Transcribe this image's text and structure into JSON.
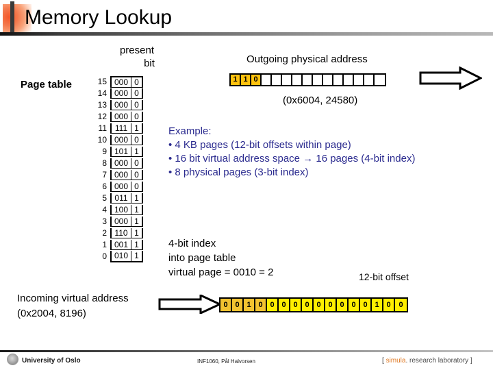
{
  "slide": {
    "title": "Memory Lookup"
  },
  "page_table": {
    "label": "Page table",
    "heading_line_1": "present",
    "heading_line_2": "bit",
    "rows": [
      {
        "index": "15",
        "frame": "000",
        "present": "0"
      },
      {
        "index": "14",
        "frame": "000",
        "present": "0"
      },
      {
        "index": "13",
        "frame": "000",
        "present": "0"
      },
      {
        "index": "12",
        "frame": "000",
        "present": "0"
      },
      {
        "index": "11",
        "frame": "111",
        "present": "1"
      },
      {
        "index": "10",
        "frame": "000",
        "present": "0"
      },
      {
        "index": "9",
        "frame": "101",
        "present": "1"
      },
      {
        "index": "8",
        "frame": "000",
        "present": "0"
      },
      {
        "index": "7",
        "frame": "000",
        "present": "0"
      },
      {
        "index": "6",
        "frame": "000",
        "present": "0"
      },
      {
        "index": "5",
        "frame": "011",
        "present": "1"
      },
      {
        "index": "4",
        "frame": "100",
        "present": "1"
      },
      {
        "index": "3",
        "frame": "000",
        "present": "1"
      },
      {
        "index": "2",
        "frame": "110",
        "present": "1"
      },
      {
        "index": "1",
        "frame": "001",
        "present": "1"
      },
      {
        "index": "0",
        "frame": "010",
        "present": "1"
      }
    ]
  },
  "outgoing": {
    "title": "Outgoing physical address",
    "value": "(0x6004, 24580)",
    "bits": [
      {
        "value": "1",
        "filled": true
      },
      {
        "value": "1",
        "filled": true
      },
      {
        "value": "0",
        "filled": true
      },
      {
        "value": "",
        "filled": false
      },
      {
        "value": "",
        "filled": false
      },
      {
        "value": "",
        "filled": false
      },
      {
        "value": "",
        "filled": false
      },
      {
        "value": "",
        "filled": false
      },
      {
        "value": "",
        "filled": false
      },
      {
        "value": "",
        "filled": false
      },
      {
        "value": "",
        "filled": false
      },
      {
        "value": "",
        "filled": false
      },
      {
        "value": "",
        "filled": false
      },
      {
        "value": "",
        "filled": false
      },
      {
        "value": "",
        "filled": false
      }
    ],
    "arrow_icon": "right-block-arrow-icon"
  },
  "example": {
    "heading": "Example:",
    "bullets": [
      "4 KB pages (12-bit offsets within page)",
      "16 bit virtual address space → 16 pages (4-bit index)",
      "8 physical pages (3-bit index)"
    ],
    "text_color": "#2b2b8f"
  },
  "index_note": {
    "line_1": "4-bit index",
    "line_2": "into page table",
    "line_3": "virtual page = 0010 = 2"
  },
  "offset_note": {
    "label": "12-bit offset"
  },
  "incoming": {
    "label_line_1": "Incoming virtual address",
    "label_line_2": "(0x2004, 8196)",
    "arrow_icon": "right-block-arrow-icon",
    "bits": [
      {
        "value": "0",
        "part": "index"
      },
      {
        "value": "0",
        "part": "index"
      },
      {
        "value": "1",
        "part": "index"
      },
      {
        "value": "0",
        "part": "index"
      },
      {
        "value": "0",
        "part": "offset"
      },
      {
        "value": "0",
        "part": "offset"
      },
      {
        "value": "0",
        "part": "offset"
      },
      {
        "value": "0",
        "part": "offset"
      },
      {
        "value": "0",
        "part": "offset"
      },
      {
        "value": "0",
        "part": "offset"
      },
      {
        "value": "0",
        "part": "offset"
      },
      {
        "value": "0",
        "part": "offset"
      },
      {
        "value": "0",
        "part": "offset"
      },
      {
        "value": "1",
        "part": "offset"
      },
      {
        "value": "0",
        "part": "offset"
      },
      {
        "value": "0",
        "part": "offset"
      }
    ]
  },
  "footer": {
    "university": "University of Oslo",
    "course": "INF1060,  Pål Halvorsen",
    "lab_prefix": "[ ",
    "lab_brand": "simula",
    "lab_rest": ". research laboratory ]",
    "seal_icon": "university-seal-icon"
  },
  "colors": {
    "accent_orange": "#f4572a",
    "bit_filled": "#ffc20e",
    "index_bit": "#f2c230",
    "offset_bit": "#ffee00",
    "example_blue": "#2b2b8f"
  }
}
